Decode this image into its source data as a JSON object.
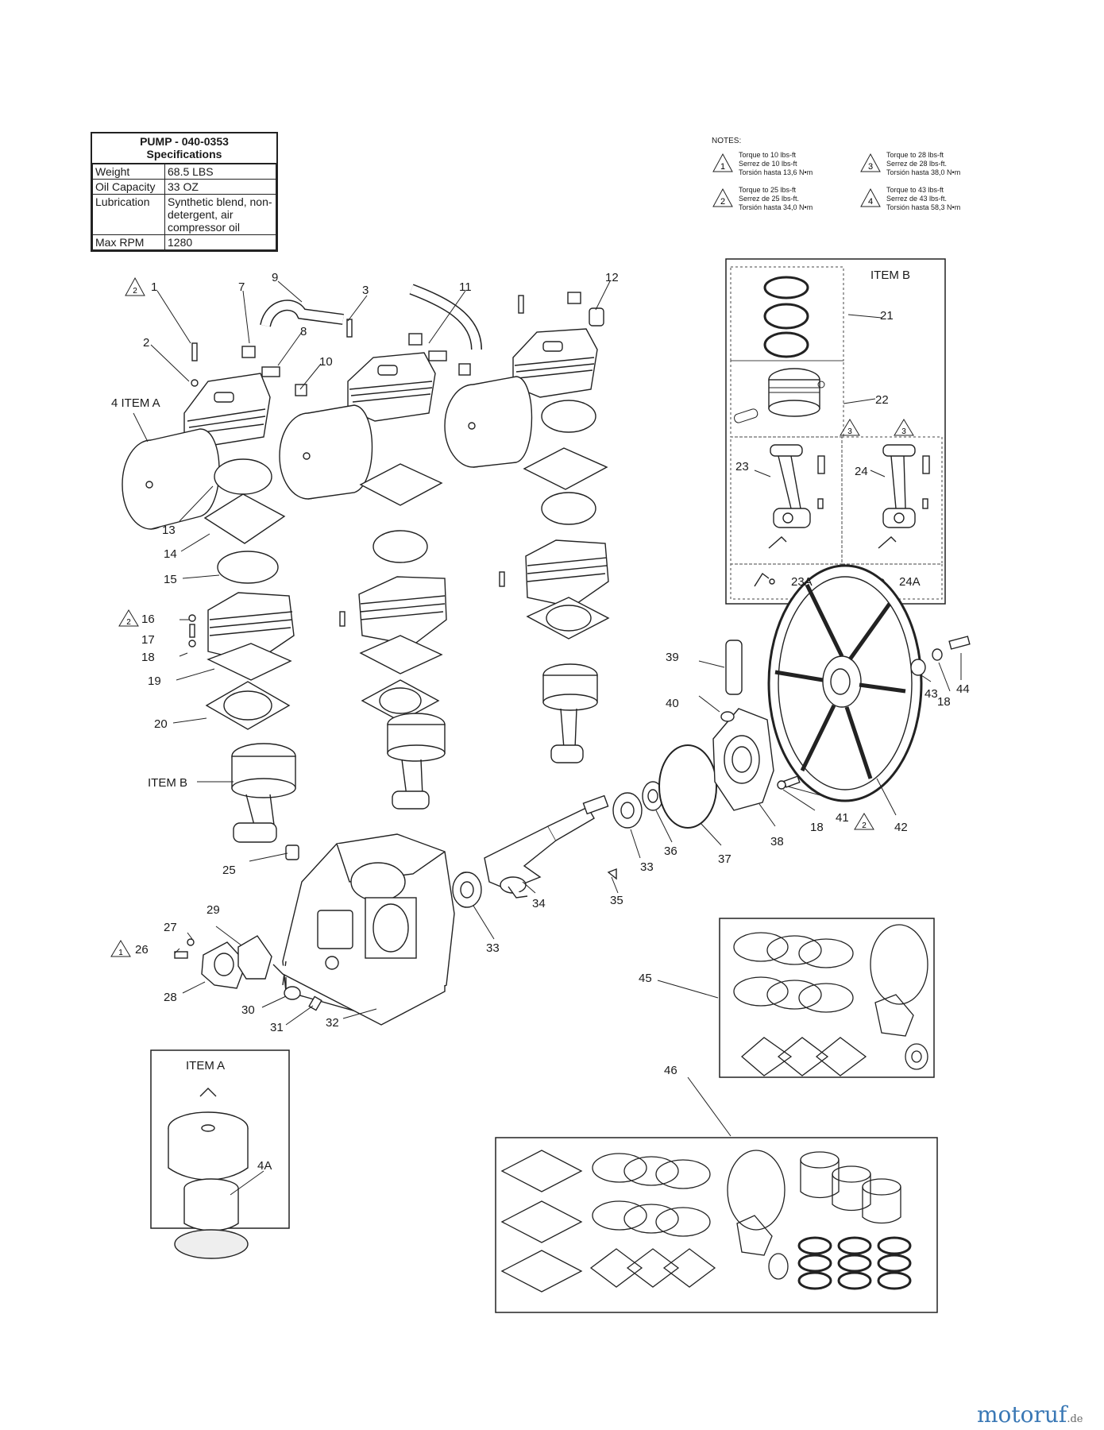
{
  "spec": {
    "title": "PUMP - 040-0353",
    "subtitle": "Specifications",
    "rows": [
      {
        "label": "Weight",
        "value": "68.5 LBS"
      },
      {
        "label": "Oil Capacity",
        "value": "33 OZ"
      },
      {
        "label": "Lubrication",
        "value": "Synthetic blend, non-detergent, air compressor oil"
      },
      {
        "label": "Max RPM",
        "value": "1280"
      }
    ]
  },
  "notes": {
    "title": "NOTES:",
    "items": [
      {
        "num": "1",
        "lines": [
          "Torque to 10 lbs-ft",
          "Serrez de 10 lbs-ft",
          "Torsión hasta 13,6 N•m"
        ]
      },
      {
        "num": "2",
        "lines": [
          "Torque to 25 lbs-ft",
          "Serrez de 25 lbs-ft.",
          "Torsión hasta 34,0 N•m"
        ]
      },
      {
        "num": "3",
        "lines": [
          "Torque to 28 lbs-ft",
          "Serrez de 28 lbs-ft.",
          "Torsión hasta 38,0 N•m"
        ]
      },
      {
        "num": "4",
        "lines": [
          "Torque to 43 lbs-ft",
          "Serrez de 43 lbs-ft.",
          "Torsión hasta 58,3 N•m"
        ]
      }
    ]
  },
  "callouts": {
    "c1": "1",
    "c2": "2",
    "c3": "3",
    "c4": "4 ITEM A",
    "c7": "7",
    "c8": "8",
    "c9": "9",
    "c10": "10",
    "c11": "11",
    "c12": "12",
    "c13": "13",
    "c14": "14",
    "c15": "15",
    "c16": "16",
    "c17": "17",
    "c18a": "18",
    "c19": "19",
    "c20": "20",
    "c21": "21",
    "c22": "22",
    "c23": "23",
    "c24": "24",
    "c23a": "23A",
    "c24a": "24A",
    "c25": "25",
    "c26": "26",
    "c27": "27",
    "c28": "28",
    "c29": "29",
    "c30": "30",
    "c31": "31",
    "c32": "32",
    "c33a": "33",
    "c33b": "33",
    "c34": "34",
    "c35": "35",
    "c36": "36",
    "c37": "37",
    "c38": "38",
    "c39": "39",
    "c40": "40",
    "c41": "41",
    "c42": "42",
    "c43": "43",
    "c44": "44",
    "c18b": "18",
    "c18c": "18",
    "c45": "45",
    "c46": "46",
    "c4a": "4A",
    "itemb_label": "ITEM B"
  },
  "warn": {
    "w1": "2",
    "w16": "2",
    "w23": "3",
    "w24": "3",
    "w26": "1",
    "w41": "2"
  },
  "boxes": {
    "item_b": "ITEM B",
    "item_a": "ITEM A"
  },
  "watermark": {
    "brand": "motoruf",
    "suffix": ".de",
    "color_main": "#3a78b5",
    "color_accent": "#d0362f"
  }
}
